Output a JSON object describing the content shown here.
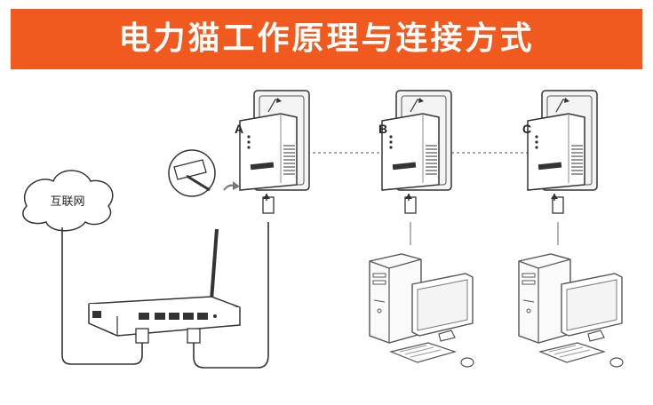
{
  "title": "电力猫工作原理与连接方式",
  "cloud_label": "互联网",
  "nodes": [
    "A",
    "B",
    "C"
  ],
  "colors": {
    "banner": "#f05a1e",
    "line": "#333333",
    "light_line": "#9a9a9a"
  }
}
